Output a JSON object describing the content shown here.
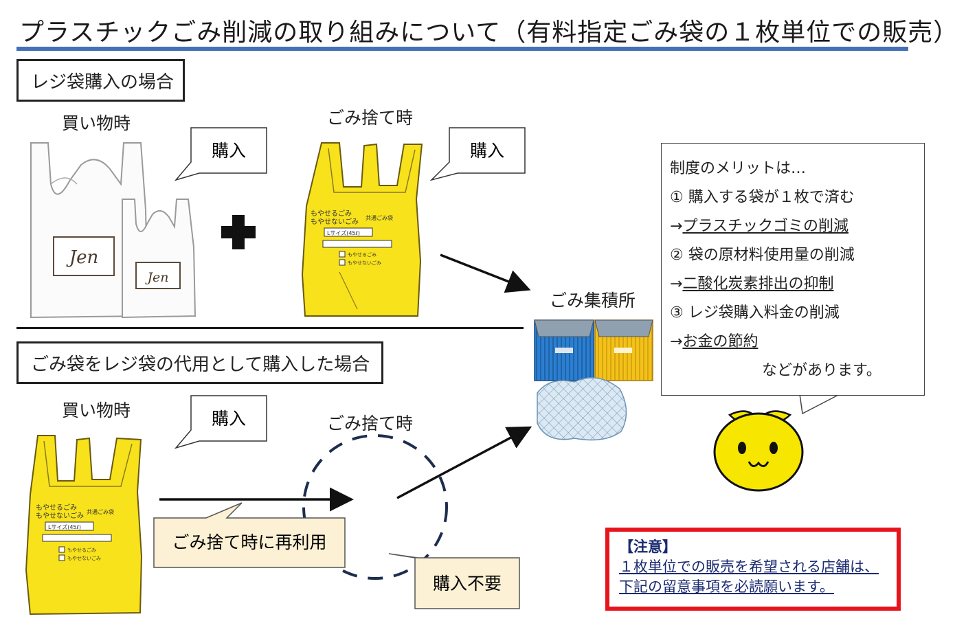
{
  "title": "プラスチックごみ削減の取り組みについて（有料指定ごみ袋の１枚単位での販売）",
  "case1": {
    "heading": "レジ袋購入の場合",
    "shopping_label": "買い物時",
    "disposal_label": "ごみ捨て時",
    "purchase_callout_1": "購入",
    "purchase_callout_2": "購入"
  },
  "case2": {
    "heading": "ごみ袋をレジ袋の代用として購入した場合",
    "shopping_label": "買い物時",
    "disposal_label": "ごみ捨て時",
    "purchase_callout": "購入",
    "reuse_callout": "ごみ捨て時に再利用",
    "no_purchase_callout": "購入不要"
  },
  "collection_point_label": "ごみ集積所",
  "garbage_bag_print": {
    "line1": "もやせるごみ",
    "line2": "もやせないごみ",
    "common": "共通ごみ袋",
    "size": "Lサイズ(45ℓ)",
    "check1": "もやせるごみ",
    "check2": "もやせないごみ"
  },
  "shop_bag_logo": "Jen",
  "merit": {
    "intro": "制度のメリットは…",
    "item1": "① 購入する袋が１枚で済む",
    "item1_arrow": "→",
    "item1_result": "プラスチックゴミの削減",
    "item2": "② 袋の原材料使用量の削減",
    "item2_arrow": "→",
    "item2_result": "二酸化炭素排出の抑制",
    "item3": "③ レジ袋購入料金の削減",
    "item3_arrow": "→",
    "item3_result": "お金の節約",
    "outro": "などがあります。"
  },
  "notice": {
    "heading": "【注意】",
    "line1": "１枚単位での販売を希望される店舗は、",
    "line2": "下記の留意事項を必読願います。"
  },
  "colors": {
    "title_rule": "#4470b8",
    "notice_border": "#e8141b",
    "bag_yellow": "#f7e21c",
    "bin_blue": "#2c7fd0",
    "bin_yellow": "#f2c21a",
    "callout_beige": "#fdf1d5",
    "mascot_yellow": "#f7e600"
  }
}
